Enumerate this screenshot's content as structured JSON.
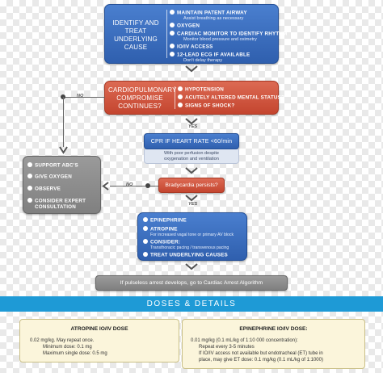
{
  "identify": {
    "title_lines": [
      "IDENTIFY AND",
      "TREAT",
      "UNDERLYING",
      "CAUSE"
    ],
    "items": [
      {
        "label": "MAINTAIN PATENT AIRWAY",
        "sub": "Assist breathing as necessary"
      },
      {
        "label": "OXYGEN",
        "sub": ""
      },
      {
        "label": "CARDIAC MONITOR TO IDENTIFY RHYTHM",
        "sub": "Monitor blood pressure and oximetry"
      },
      {
        "label": "IO/IV ACCESS",
        "sub": ""
      },
      {
        "label": "12-LEAD ECG IF AVAILABLE",
        "sub": "Don't delay therapy"
      }
    ]
  },
  "compromise": {
    "title_lines": [
      "CARDIOPULMONARY",
      "COMPROMISE",
      "CONTINUES?"
    ],
    "items": [
      "HYPOTENSION",
      "ACUTELY ALTERED MENTAL STATUS?",
      "SIGNS OF SHOCK?"
    ]
  },
  "labels": {
    "no1": "NO",
    "yes1": "YES",
    "no2": "NO",
    "yes2": "YES"
  },
  "cpr": {
    "title": "CPR IF HEART RATE <60/min",
    "sub_lines": [
      "With poor perfusion despite",
      "oxygenation and ventilation"
    ]
  },
  "support": {
    "items": [
      "SUPPORT ABC'S",
      "GIVE OXYGEN",
      "OBSERVE",
      "CONSIDER EXPERT",
      "CONSULTATION"
    ]
  },
  "brady": {
    "title": "Bradycardia persists?"
  },
  "treatment": {
    "items": [
      {
        "label": "EPINEPHRINE",
        "sub": ""
      },
      {
        "label": "ATROPINE",
        "sub": "For increased vagal tone or primary AV block"
      },
      {
        "label": "CONSIDER:",
        "sub": "Transthoracic pacing / transvenous pacing"
      },
      {
        "label": "TREAT UNDERLYING CAUSES",
        "sub": ""
      }
    ]
  },
  "arrest": {
    "text": "If pulseless arrest develops, go to Cardiac Arrest Algorithm"
  },
  "doses": {
    "banner": "DOSES & DETAILS",
    "atropine": {
      "title": "ATROPINE IO/IV DOSE",
      "lines": [
        "0.02 mg/kg. May repeat once.",
        "Minimum dose: 0.1 mg",
        "Maximum single dose: 0.5 mg"
      ]
    },
    "epinephrine": {
      "title": "EPINEPHRINE IO/IV DOSE:",
      "lines": [
        "0.01 mg/kg (0.1 mL/kg of 1:10 000 concentration):",
        "Repeat every 3-5 minutes",
        "If IO/IV access not available but endotracheal (ET) tube in",
        "place, may give ET dose: 0.1 mg/kg (0.1 mL/kg of 1:1000)"
      ]
    }
  },
  "colors": {
    "blue_box": "#3a6dbf",
    "red_box": "#d05a43",
    "grey_box": "#8c8c8c",
    "banner": "#1e9ad6",
    "card": "#fbf5db"
  }
}
